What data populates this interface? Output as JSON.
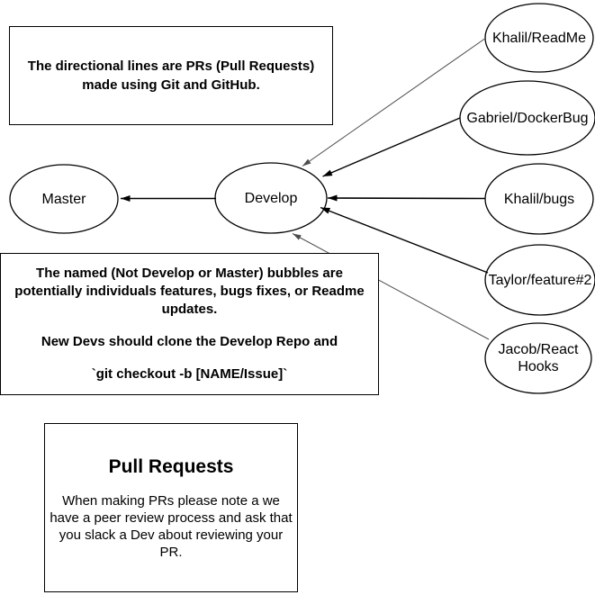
{
  "notes": {
    "directional": "The directional lines are PRs (Pull Requests) made using Git and GitHub.",
    "bubbles_p1": "The named (Not Develop or Master) bubbles are potentially individuals features, bugs fixes, or Readme updates.",
    "bubbles_p2": "New Devs should clone the Develop Repo and",
    "bubbles_p3": "`git checkout -b [NAME/Issue]`",
    "pull_requests_title": "Pull Requests",
    "pull_requests_body": "When making PRs please note a we have a peer review process and ask that you slack a Dev about reviewing your PR."
  },
  "nodes": {
    "master": "Master",
    "develop": "Develop",
    "khalil_readme": "Khalil/ReadMe",
    "gabriel_dockerbug": "Gabriel/DockerBug",
    "khalil_bugs": "Khalil/bugs",
    "taylor_feature2": "Taylor/feature#2",
    "jacob_react_hooks": "Jacob/React Hooks"
  },
  "edges": [
    {
      "from": "Develop",
      "to": "Master"
    },
    {
      "from": "Khalil/ReadMe",
      "to": "Develop"
    },
    {
      "from": "Gabriel/DockerBug",
      "to": "Develop"
    },
    {
      "from": "Khalil/bugs",
      "to": "Develop"
    },
    {
      "from": "Taylor/feature#2",
      "to": "Develop"
    },
    {
      "from": "Jacob/React Hooks",
      "to": "Develop"
    }
  ],
  "colors": {
    "background": "#ffffff",
    "node_fill": "#ffffff",
    "node_stroke": "#000000",
    "edge": "#000000",
    "light_edge": "#4d4d4d",
    "text": "#000000"
  }
}
